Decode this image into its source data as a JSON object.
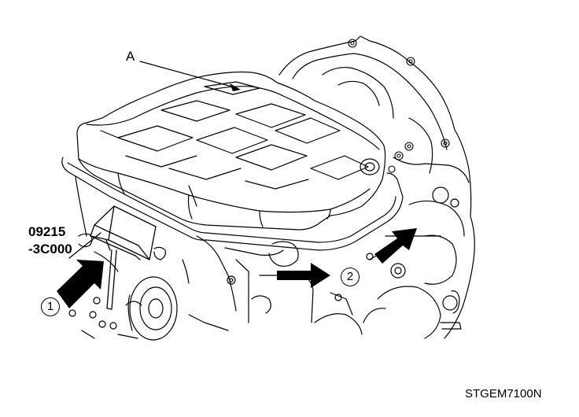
{
  "callout_a": "A",
  "tool_number_line1": "09215",
  "tool_number_line2": "-3C000",
  "step_1": "1",
  "step_2": "2",
  "figure_code": "STGEM7100N",
  "colors": {
    "ink": "#000000",
    "paper": "#ffffff"
  },
  "icons": [
    "right-arrow-icon",
    "circled-number-icon"
  ]
}
